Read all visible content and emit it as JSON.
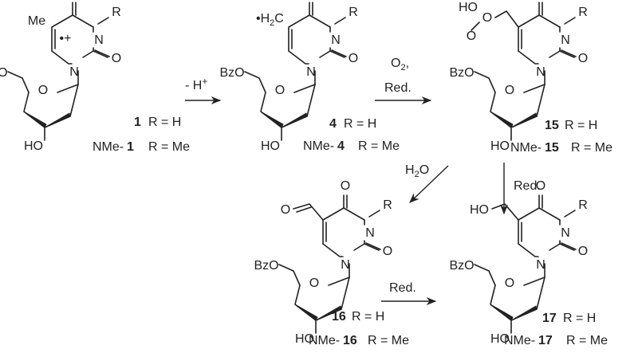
{
  "atoms": {
    "oxygen": "O",
    "nitrogen": "N",
    "r_group": "R",
    "benzoyloxy": "BzO",
    "hydroxyl": "HO",
    "methyl": "Me",
    "radical_cation": "•+",
    "radical_ch2": "•H",
    "ch2_sub": "2",
    "ch2_c": "C",
    "hydroperoxy": "HO",
    "ho_primary": "HO"
  },
  "compounds": [
    {
      "number": "1",
      "row1_num": "1",
      "row1_text": "R = H",
      "row2_prefix": "NMe-",
      "row2_num": "1",
      "row2_text": "R = Me"
    },
    {
      "number": "4",
      "row1_num": "4",
      "row1_text": "R = H",
      "row2_prefix": "NMe-",
      "row2_num": "4",
      "row2_text": "R = Me"
    },
    {
      "number": "15",
      "row1_num": "15",
      "row1_text": "R = H",
      "row2_prefix": "NMe-",
      "row2_num": "15",
      "row2_text": "R = Me"
    },
    {
      "number": "16",
      "row1_num": "16",
      "row1_text": "R = H",
      "row2_prefix": "NMe-",
      "row2_num": "16",
      "row2_text": "R = Me"
    },
    {
      "number": "17",
      "row1_num": "17",
      "row1_text": "R = H",
      "row2_prefix": "NMe-",
      "row2_num": "17",
      "row2_text": "R = Me"
    }
  ],
  "arrows": {
    "a1": {
      "label": "- H",
      "sup": "+"
    },
    "a2": {
      "label_line1_pre": "O",
      "label_line1_sub": "2",
      "label_line1_post": ",",
      "label_line2": "Red."
    },
    "a3": {
      "label": "H",
      "sub": "2",
      "post": "O"
    },
    "a4": {
      "label": "Red."
    },
    "a5": {
      "label": "Red."
    }
  }
}
